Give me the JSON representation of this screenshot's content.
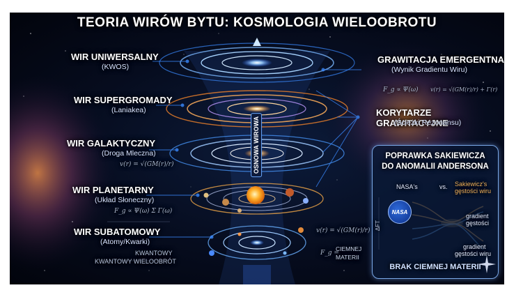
{
  "title": "TEORIA WIRÓW BYTU: KOSMOLOGIA WIELOOBROTU",
  "axis_label": "OSNOWA WIROWA",
  "left_labels": [
    {
      "title": "WIR UNIWERSALNY",
      "sub": "(KWOS)"
    },
    {
      "title": "WIR SUPERGROMADY",
      "sub": "(Laniakea)"
    },
    {
      "title": "WIR GALAKTYCZNY",
      "sub": "(Droga Mleczna)"
    },
    {
      "title": "WIR PLANETARNY",
      "sub": "(Układ Słoneczny)"
    },
    {
      "title": "WIR SUBATOMOWY",
      "sub": "(Atomy/Kwarki)"
    }
  ],
  "kwantowy_line1": "KWANTOWY",
  "kwantowy_line2": "KWANTOWY WIELOOBRÓT",
  "right_labels": [
    {
      "title": "GRAWITACJA EMERGENTNA",
      "sub": "(Wynik Gradientu Wiru)"
    },
    {
      "title": "KORYTARZE GRAWITACYJNE",
      "sub": "(Ścieżki Rezonansu)"
    }
  ],
  "equations": {
    "e1": "F_g ∝ Ψ(ω)",
    "e2": "v(r) = √(GM(r)/r) + Γ(r)",
    "e3": "v(r) = √(GM(r)/r)",
    "e4": "F_g ∝ Ψ(ω) Σ Γ(ω)",
    "e5": "v(r) = √(GM(r)/r)",
    "e6_prefix": "F_g =",
    "e6_num": "CIEMNEJ",
    "e6_den": "MATERII"
  },
  "panel": {
    "title_line1": "POPRAWKA SAKIEWICZA",
    "title_line2": "DO ANOMALII ANDERSONA",
    "nasas": "NASA's",
    "vs": "vs.",
    "sakiewicz_line1": "Sakiewicz's",
    "sakiewicz_line2": "gęstości wiru",
    "nasa_logo": "NASA",
    "delta": "ΔFT",
    "gradient1_line1": "gradient",
    "gradient1_line2": "gęstości",
    "gradient2_line1": "gradient",
    "gradient2_line2": "gęstości wiru",
    "footer": "BRAK CIEMNEJ MATERII"
  },
  "colors": {
    "accent_blue": "#4aa3ff",
    "accent_orange": "#ff9a3c",
    "panel_border": "#7aa9e8"
  }
}
